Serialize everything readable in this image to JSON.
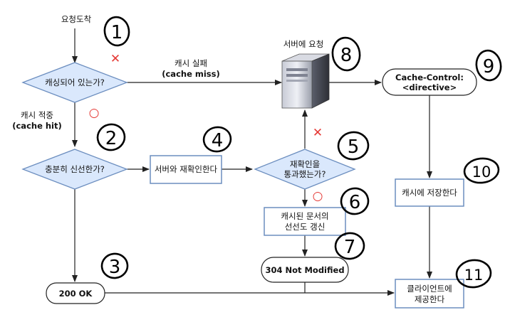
{
  "colors": {
    "decision_fill": "#dae8fc",
    "decision_stroke": "#6c8ebf",
    "process_stroke": "#6c8ebf",
    "arrow": "#222222",
    "fail_mark": "#e53935",
    "ok_mark": "#e53935"
  },
  "nodes": {
    "request_start": "요청도착",
    "is_cached": "캐싱되어 있는가?",
    "is_fresh": "충분히 신선한가?",
    "revalidate": "서버와 재확인한다",
    "passed_revalidation": [
      "재확인을",
      "통과했는가?"
    ],
    "server_request": "서버에 요청",
    "cache_control": [
      "Cache-Control:",
      "<directive>"
    ],
    "store_cache": "캐시에 저장한다",
    "update_freshness": [
      "캐시된 문서의",
      "선선도 갱신"
    ],
    "not_modified": "304 Not Modified",
    "ok_200": "200 OK",
    "serve_client": [
      "클라이언트에",
      "제공한다"
    ]
  },
  "edge_labels": {
    "cache_miss": [
      "캐시 실패",
      "(cache miss)"
    ],
    "cache_hit": [
      "캐시 적중",
      "(cache hit)"
    ]
  },
  "marks": {
    "fail": "✕",
    "ok": "○"
  },
  "step_numbers": [
    "1",
    "2",
    "3",
    "4",
    "5",
    "6",
    "7",
    "8",
    "9",
    "10",
    "11"
  ]
}
